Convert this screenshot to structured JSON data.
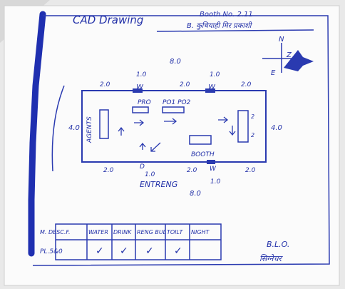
{
  "sheet": {
    "title": "CAD Drawing",
    "booth_no": "Booth No. 2.11",
    "booth_name": "B. कुचियाही मिर प्रकाशी"
  },
  "compass": {
    "north": "N",
    "east": "E",
    "label_z": "Z"
  },
  "map": {
    "top_margin": "8.0",
    "bottom_margin": "8.0",
    "left_width": "4.0",
    "right_width": "4.0",
    "top_dims": [
      "2.0",
      "1.0",
      "2.0",
      "1.0",
      "2.0"
    ],
    "bottom_dims": [
      "2.0",
      "1.0",
      "2.0",
      "1.0",
      "2.0"
    ],
    "window_top_1": "W",
    "window_top_2": "W",
    "window_bottom": "W",
    "door_bottom": "D",
    "agents_label": "AGENTS",
    "po_label": "PRO",
    "po2_label": "PO1 PO2",
    "booth_label": "BOOTH",
    "entrance_label": "ENTRENG"
  },
  "facilities": {
    "headers": [
      "M. DESC.F.",
      "WATER",
      "DRINK",
      "RENG BUL",
      "TOILT",
      "NIGHT"
    ],
    "row_label": "PL.5&0",
    "checks": [
      "✓",
      "✓",
      "✓",
      "✓",
      ""
    ]
  },
  "signature": {
    "line1": "B.L.O.",
    "line2": "सिग्नेचर"
  }
}
